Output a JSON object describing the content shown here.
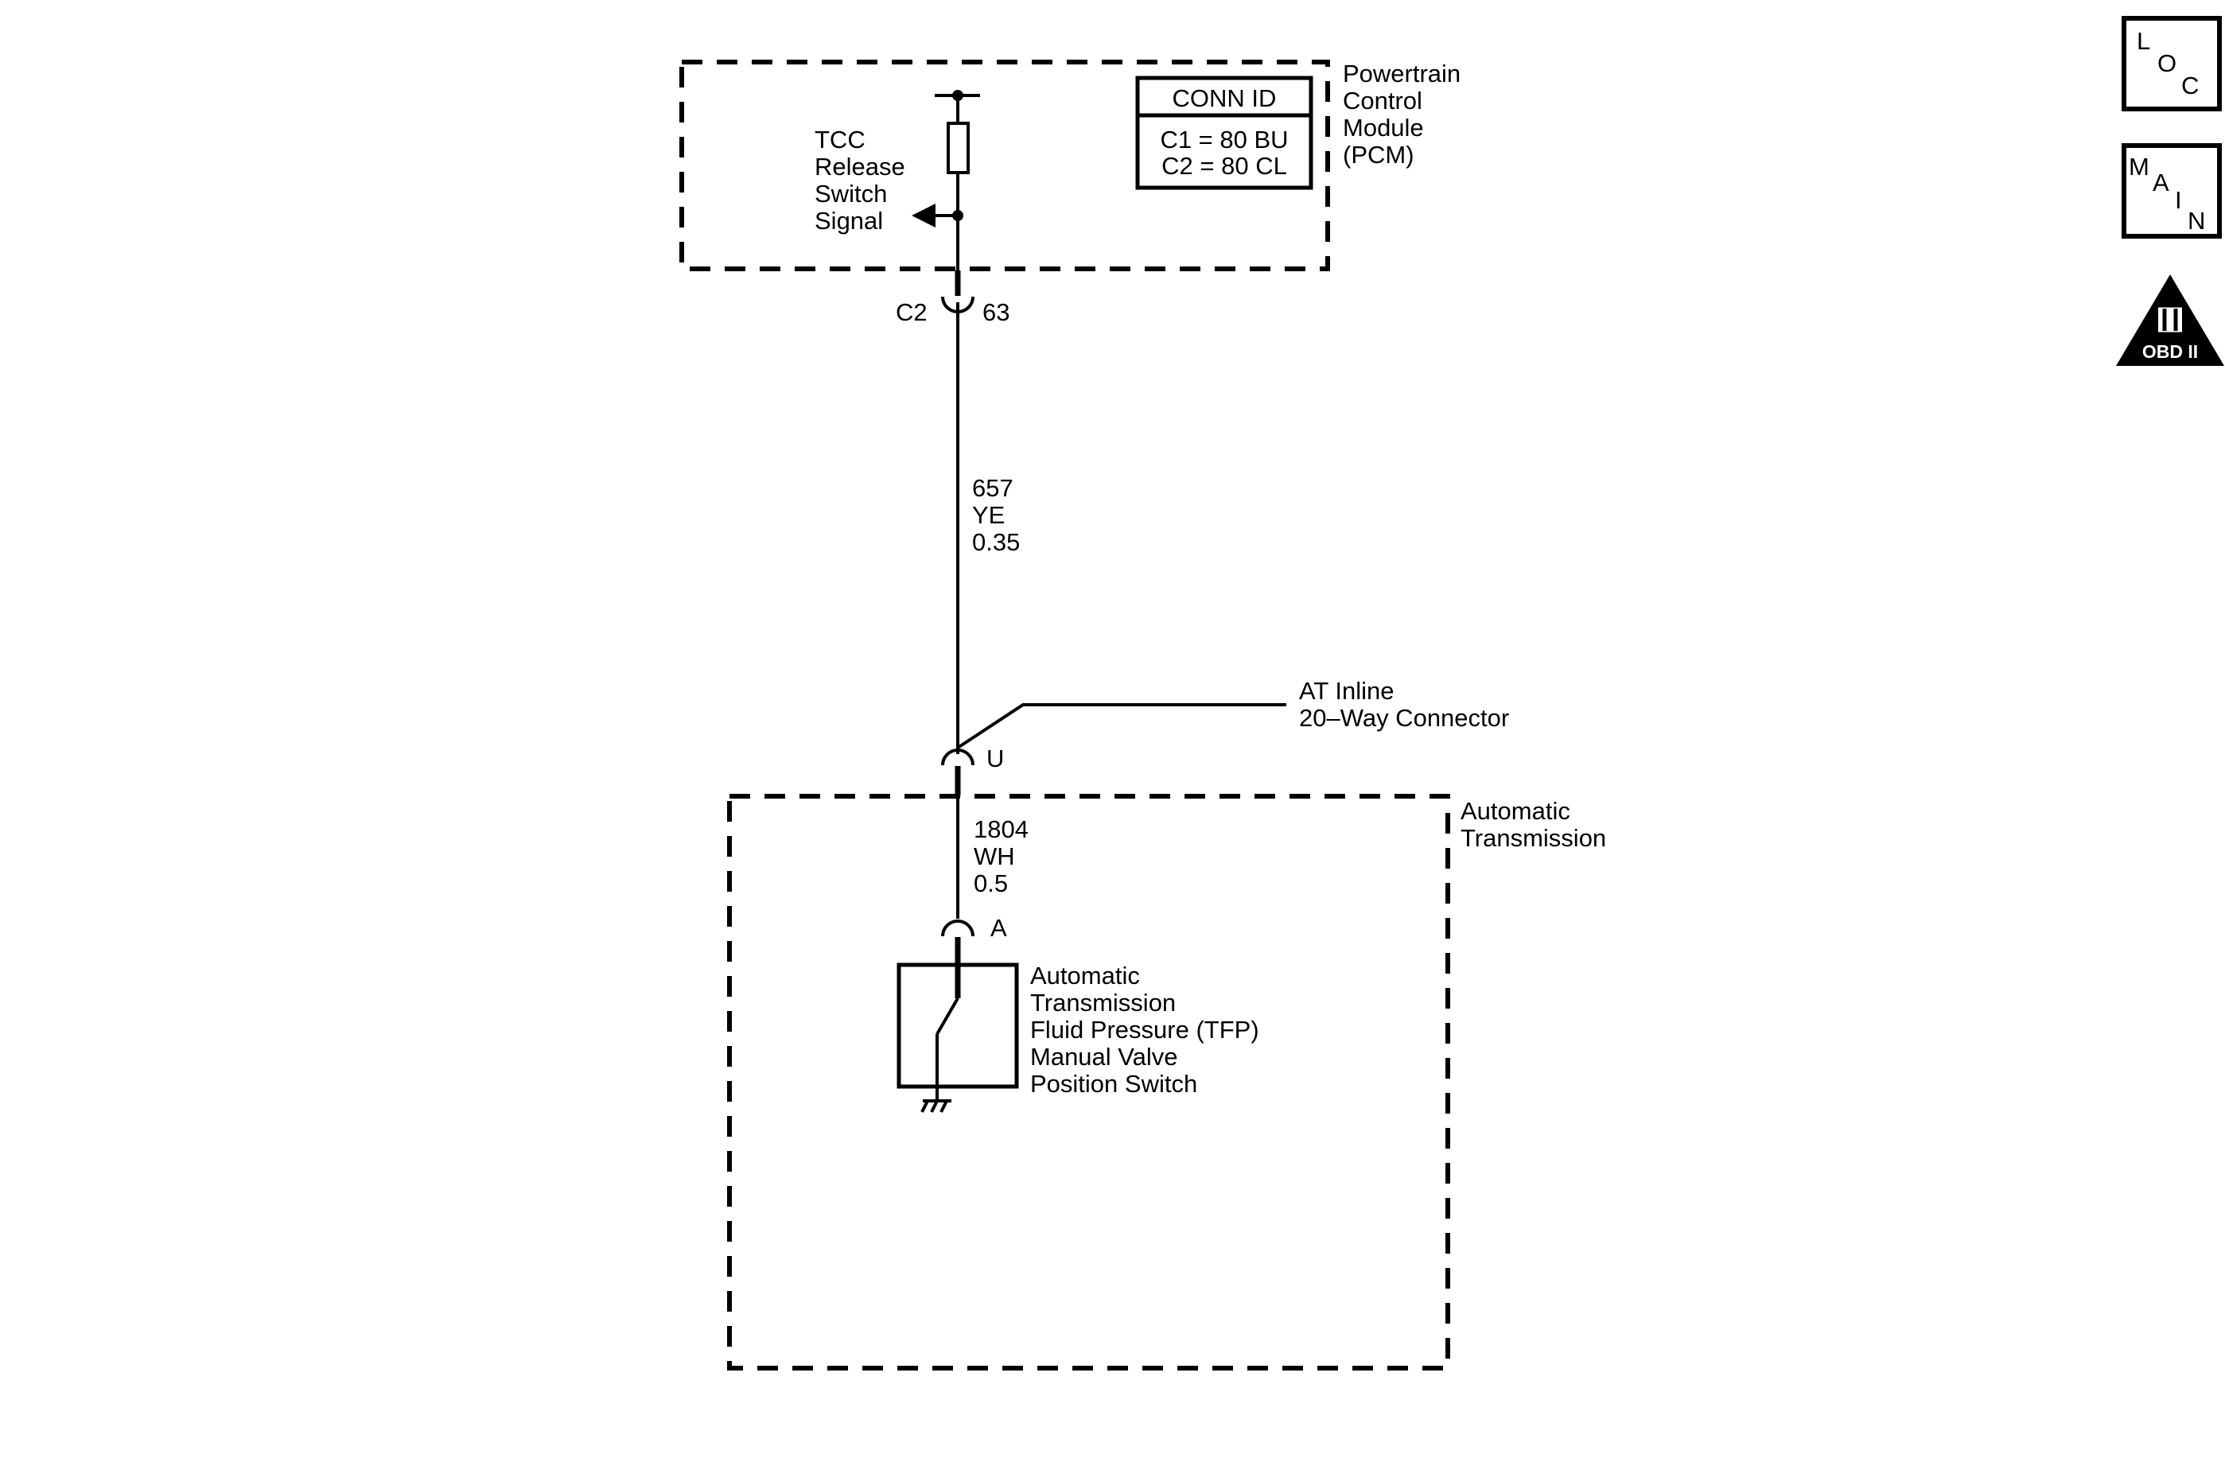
{
  "pcm": {
    "label": [
      "Powertrain",
      "Control",
      "Module",
      "(PCM)"
    ],
    "signal_label": [
      "TCC",
      "Release",
      "Switch",
      "Signal"
    ],
    "conn_id": {
      "title": "CONN ID",
      "lines": [
        "C1 = 80 BU",
        "C2 = 80 CL"
      ]
    },
    "connector": {
      "name": "C2",
      "pin": "63"
    }
  },
  "wire_upper": {
    "circuit": "657",
    "color": "YE",
    "gauge": "0.35"
  },
  "inline_connector": {
    "label": [
      "AT Inline",
      "20–Way Connector"
    ],
    "pin": "U"
  },
  "wire_lower": {
    "circuit": "1804",
    "color": "WH",
    "gauge": "0.5"
  },
  "transmission": {
    "label": [
      "Automatic",
      "Transmission"
    ],
    "switch_pin": "A",
    "switch_label": [
      "Automatic",
      "Transmission",
      "Fluid Pressure (TFP)",
      "Manual Valve",
      "Position Switch"
    ]
  },
  "nav_icons": {
    "loc": [
      "L",
      "O",
      "C"
    ],
    "main": [
      "M",
      "A",
      "I",
      "N"
    ],
    "obd": {
      "symbol": "II",
      "text": "OBD II"
    }
  }
}
